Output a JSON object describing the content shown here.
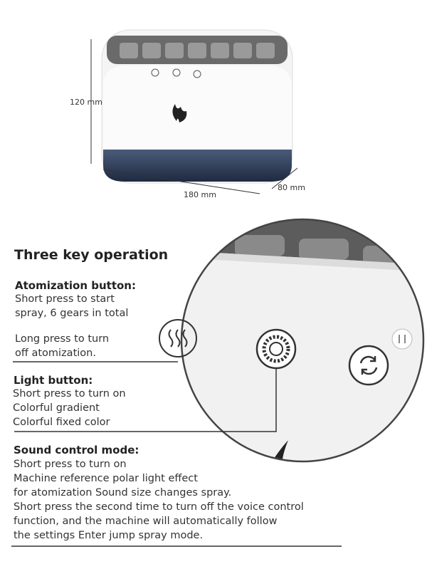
{
  "dimensions": {
    "height": "120 mm",
    "width": "180 mm",
    "depth": "80 mm"
  },
  "title": "Three key operation",
  "atomization": {
    "heading": "Atomization button:",
    "lines": [
      "Short press to start",
      "spray, 6 gears in total"
    ],
    "lines2": [
      "Long press to turn",
      "off atomization."
    ]
  },
  "light": {
    "heading": "Light button:",
    "lines": [
      "Short press to turn on",
      "Colorful gradient",
      "Colorful fixed color"
    ]
  },
  "sound": {
    "heading": "Sound control mode:",
    "lines": [
      "Short press to turn on",
      "Machine reference polar light effect",
      "for atomization  Sound size changes spray.",
      "Short press the second time to turn off the voice control",
      "function, and the machine will automatically follow",
      "the settings  Enter jump spray mode."
    ]
  }
}
